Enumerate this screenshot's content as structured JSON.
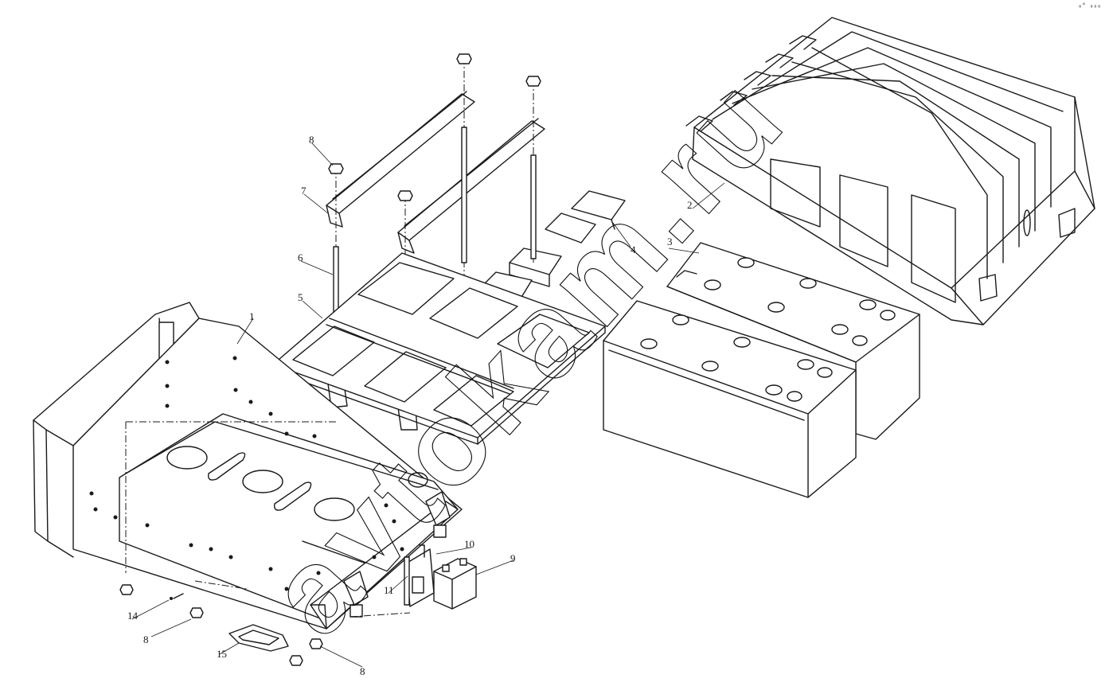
{
  "corner_mark": "₀° ₀₀₀",
  "watermark": "avtokam.ru",
  "callouts": [
    {
      "id": "c1",
      "text": "1"
    },
    {
      "id": "c2",
      "text": "2"
    },
    {
      "id": "c3",
      "text": "3"
    },
    {
      "id": "c4",
      "text": "4"
    },
    {
      "id": "c5",
      "text": "5"
    },
    {
      "id": "c6",
      "text": "6"
    },
    {
      "id": "c7",
      "text": "7"
    },
    {
      "id": "c8a",
      "text": "8"
    },
    {
      "id": "c8b",
      "text": "8"
    },
    {
      "id": "c8c",
      "text": "8"
    },
    {
      "id": "c9",
      "text": "9"
    },
    {
      "id": "c10",
      "text": "10"
    },
    {
      "id": "c11",
      "text": "11"
    },
    {
      "id": "c14",
      "text": "14"
    },
    {
      "id": "c15",
      "text": "15"
    }
  ]
}
